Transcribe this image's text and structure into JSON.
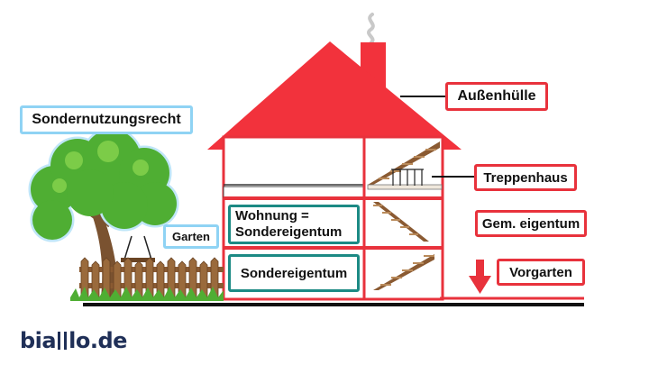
{
  "labels": {
    "aussenhuelle": "Außenhülle",
    "treppenhaus": "Treppenhaus",
    "gem_eigentum": "Gem. eigentum",
    "vorgarten": "Vorgarten",
    "sondernutzungsrecht": "Sondernutzungsrecht",
    "garten": "Garten",
    "wohnung_line1": "Wohnung =",
    "wohnung_line2": "Sondereigentum",
    "sondereigentum": "Sondereigentum"
  },
  "logo": {
    "left": "bia",
    "right": "lo.de"
  },
  "colors": {
    "red": "#e8323c",
    "roof": "#f2323c",
    "blue": "#8fd3f4",
    "green": "#1c8a84",
    "navy": "#1f2f57"
  }
}
